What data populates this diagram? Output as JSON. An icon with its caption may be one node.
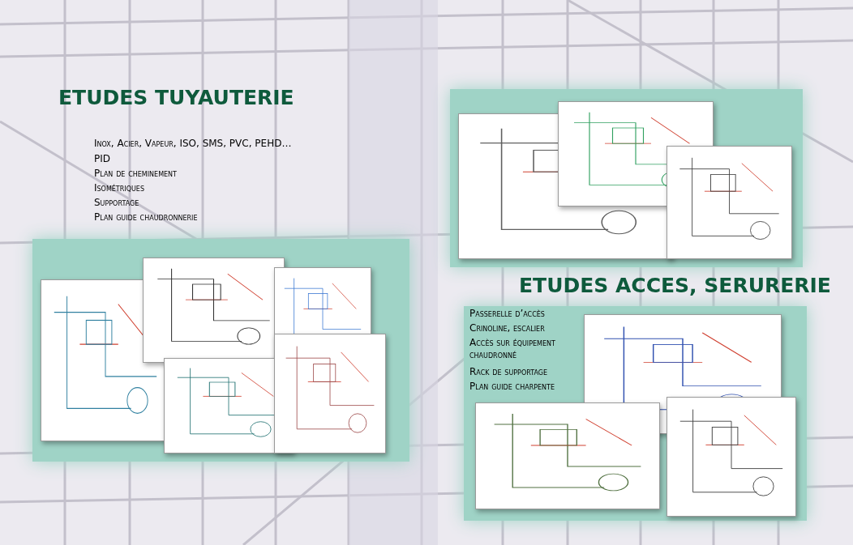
{
  "diagram": {
    "labels": [
      "ETUDES TUYAUTERIE",
      "Inox, Acier, Vapeur, ISO, SMS, PVC, PEHD…",
      "PID",
      "Plan de cheminement",
      "Isométriques",
      "Supportage",
      "Plan guide chaudronnerie",
      "ETUDES ACCES, SERURERIE",
      "Passerelle d’accès",
      "Crinoline, escalier",
      "Accès sur équipement chaudronné",
      "Rack de supportage",
      "Plan guide charpente"
    ]
  }
}
